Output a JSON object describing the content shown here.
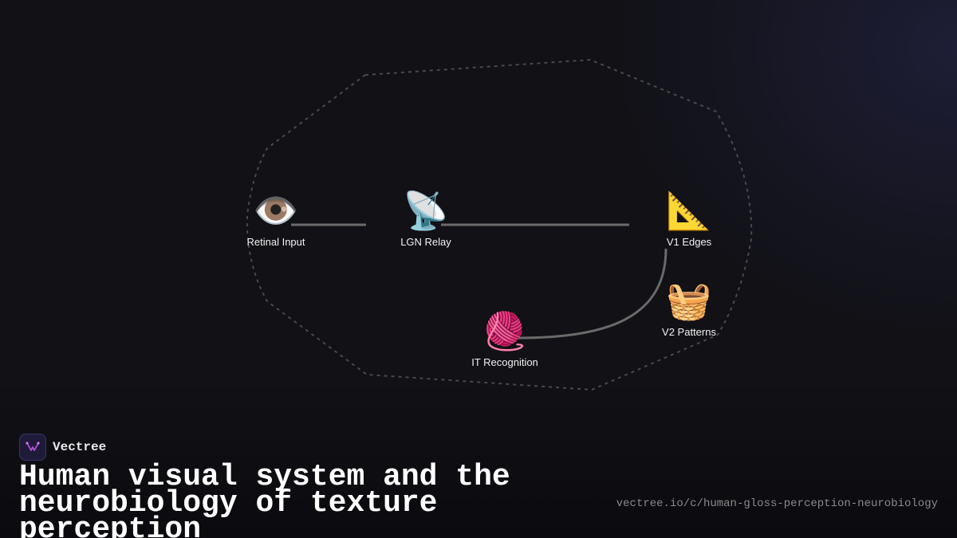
{
  "diagram": {
    "nodes": [
      {
        "id": "retinal",
        "label": "Retinal Input",
        "emoji": "👁️",
        "icon": "eye-icon"
      },
      {
        "id": "lgn",
        "label": "LGN Relay",
        "emoji": "📡",
        "icon": "satellite-dish-icon"
      },
      {
        "id": "v1",
        "label": "V1 Edges",
        "emoji": "📐",
        "icon": "triangular-ruler-icon"
      },
      {
        "id": "v2",
        "label": "V2 Patterns",
        "emoji": "🧺",
        "icon": "basket-icon"
      },
      {
        "id": "it",
        "label": "IT Recognition",
        "emoji": "🧶",
        "icon": "yarn-icon"
      }
    ],
    "edges": [
      {
        "from": "retinal",
        "to": "lgn"
      },
      {
        "from": "lgn",
        "to": "v1"
      },
      {
        "from": "v1",
        "to": "it"
      }
    ],
    "group_outline": "dashed"
  },
  "brand": {
    "name": "Vectree",
    "logo_icon": "vectree-logo-icon"
  },
  "title": "Human visual system and the neurobiology of texture perception",
  "url": "vectree.io/c/human-gloss-perception-neurobiology",
  "colors": {
    "background": "#111116",
    "edge": "#6a6a6a",
    "outline": "#4a4a4a",
    "accent": "#b44fd8"
  }
}
